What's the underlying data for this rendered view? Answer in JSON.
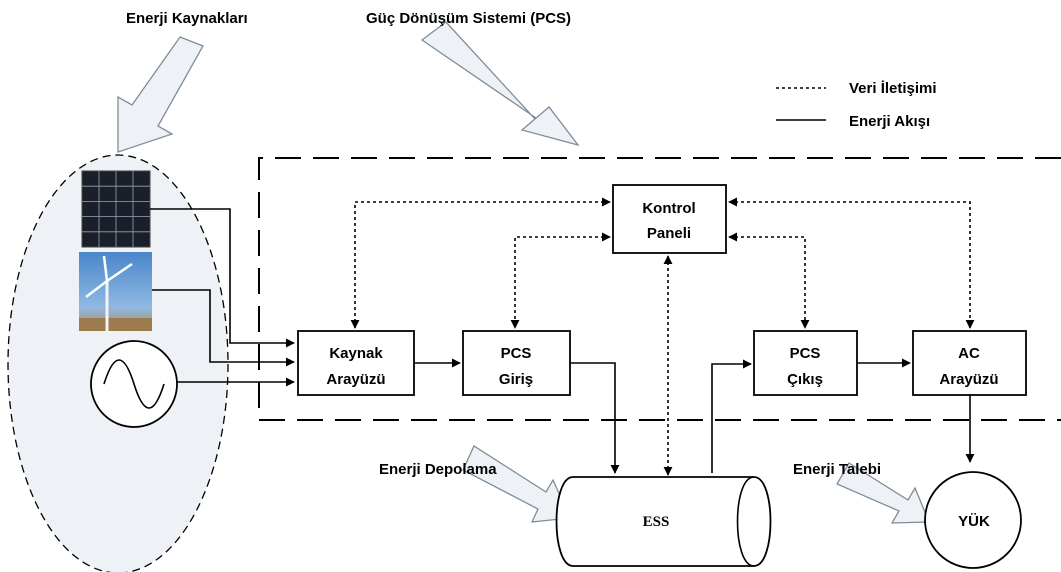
{
  "labels": {
    "energy_sources": "Enerji Kaynakları",
    "pcs_system": "Güç Dönüşüm Sistemi (PCS)",
    "energy_storage": "Enerji Depolama",
    "energy_demand": "Enerji Talebi"
  },
  "legend": {
    "data_comm": "Veri İletişimi",
    "energy_flow": "Enerji Akışı"
  },
  "blocks": {
    "control_line1": "Kontrol",
    "control_line2": "Paneli",
    "source_line1": "Kaynak",
    "source_line2": "Arayüzü",
    "pcs_in_line1": "PCS",
    "pcs_in_line2": "Giriş",
    "pcs_out_line1": "PCS",
    "pcs_out_line2": "Çıkış",
    "ac_line1": "AC",
    "ac_line2": "Arayüzü",
    "ess": "ESS",
    "load": "YÜK"
  },
  "icons": [
    "solar-panel-icon",
    "wind-turbine-icon",
    "ac-source-icon"
  ]
}
